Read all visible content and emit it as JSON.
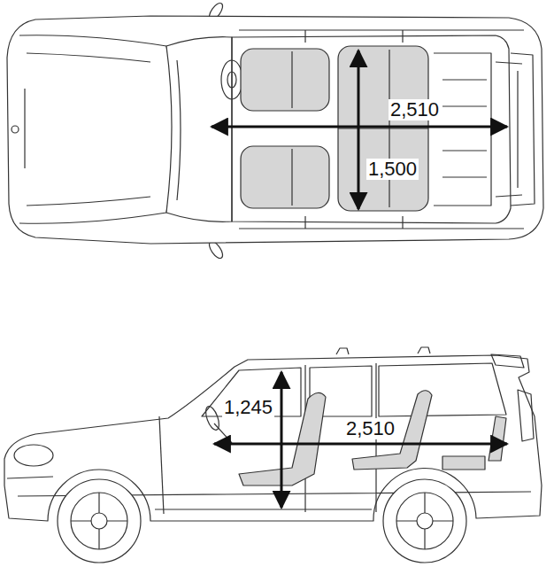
{
  "diagram": {
    "labels": [
      "2,510",
      "1,500",
      "1,245",
      "2,510"
    ]
  }
}
